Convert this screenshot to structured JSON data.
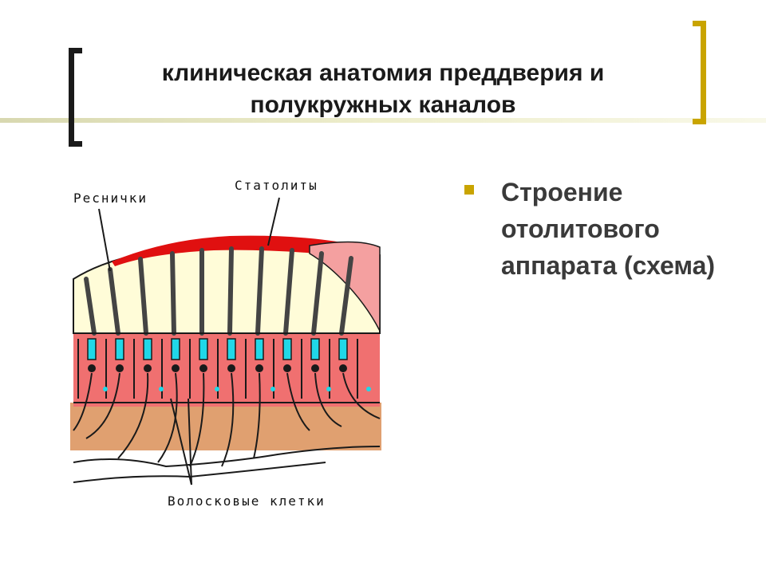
{
  "slide": {
    "title_line1": "клиническая анатомия преддверия и",
    "title_line2": "полукружных каналов",
    "bullet": "Строение отолитового аппарата (схема)"
  },
  "figure": {
    "label_cilia": "Реснички",
    "label_statoliths": "Статолиты",
    "label_hair_cells": "Волосковые клетки"
  },
  "colors": {
    "accent_gold": "#c9a400",
    "bracket_dark": "#1a1a1a",
    "statolith_red": "#e01010",
    "cell_pink": "#f07070",
    "cilia_cream": "#fffcd8",
    "kinocilium_cyan": "#20d8e8",
    "base_tan": "#e0a070"
  }
}
